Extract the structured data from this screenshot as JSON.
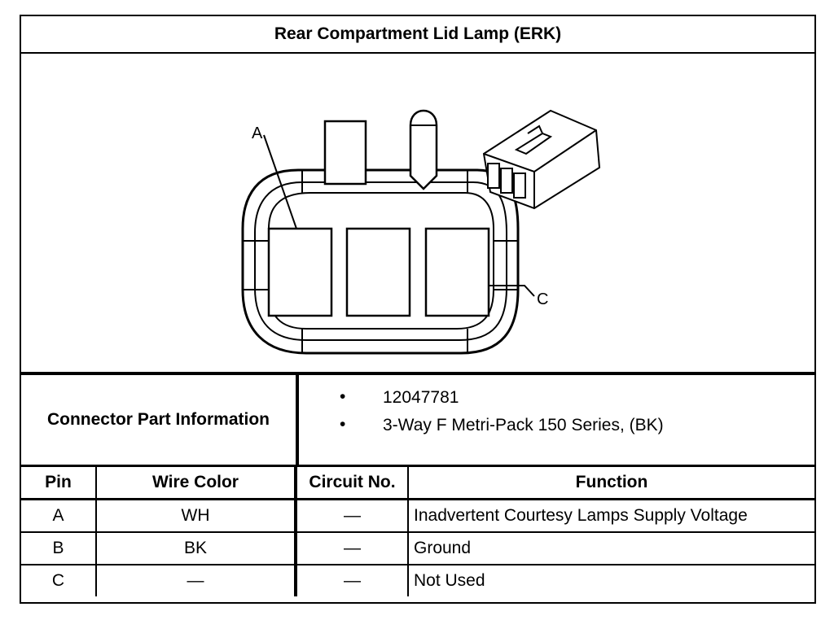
{
  "title": "Rear Compartment Lid Lamp (ERK)",
  "diagram": {
    "callouts": [
      "A",
      "C"
    ]
  },
  "connector_info": {
    "label": "Connector Part Information",
    "items": [
      "12047781",
      "3-Way F Metri-Pack 150 Series, (BK)"
    ],
    "bullet": "•"
  },
  "table": {
    "headers": [
      "Pin",
      "Wire Color",
      "Circuit No.",
      "Function"
    ],
    "rows": [
      {
        "pin": "A",
        "color": "WH",
        "circuit": "—",
        "function": "Inadvertent Courtesy Lamps Supply Voltage"
      },
      {
        "pin": "B",
        "color": "BK",
        "circuit": "—",
        "function": "Ground"
      },
      {
        "pin": "C",
        "color": "—",
        "circuit": "—",
        "function": "Not Used"
      }
    ]
  }
}
